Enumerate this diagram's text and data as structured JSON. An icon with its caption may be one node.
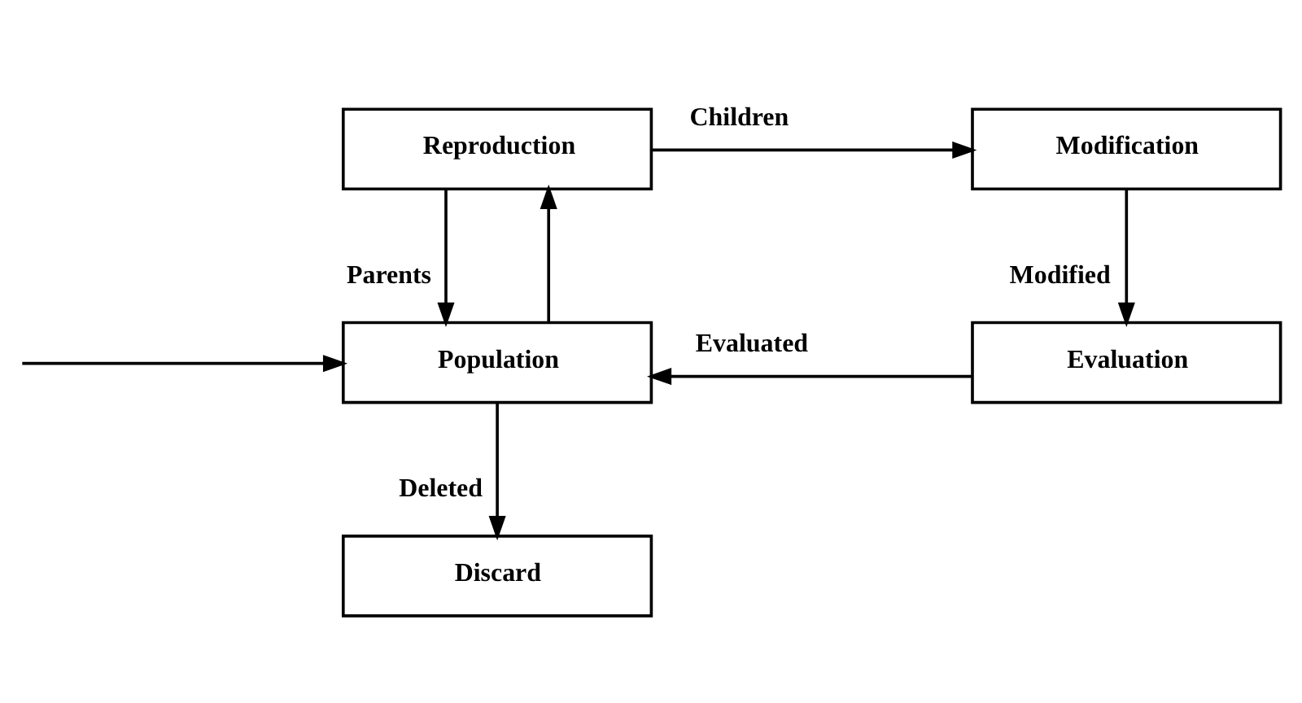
{
  "diagram": {
    "nodes": [
      {
        "text": [
          "Reproduction"
        ]
      },
      {
        "text": [
          "Modification"
        ]
      },
      {
        "text": [
          "Population"
        ]
      },
      {
        "text": [
          "Evaluation"
        ]
      },
      {
        "text": [
          "Discard"
        ]
      }
    ],
    "edges": [
      {
        "from": 0,
        "to": 1,
        "arrow": "to",
        "label": "Children"
      },
      {
        "from": 0,
        "to": 2,
        "arrow": "to",
        "label": "Parents"
      },
      {
        "from": 2,
        "to": 0,
        "arrow": "to"
      },
      {
        "from": 1,
        "to": 3,
        "arrow": "to",
        "label": "Modified"
      },
      {
        "from": 3,
        "to": 2,
        "arrow": "to",
        "label": "Evaluated"
      },
      {
        "from": null,
        "to": 2,
        "arrow": "to"
      },
      {
        "from": 2,
        "to": 4,
        "arrow": "to",
        "label": "Deleted"
      }
    ]
  }
}
